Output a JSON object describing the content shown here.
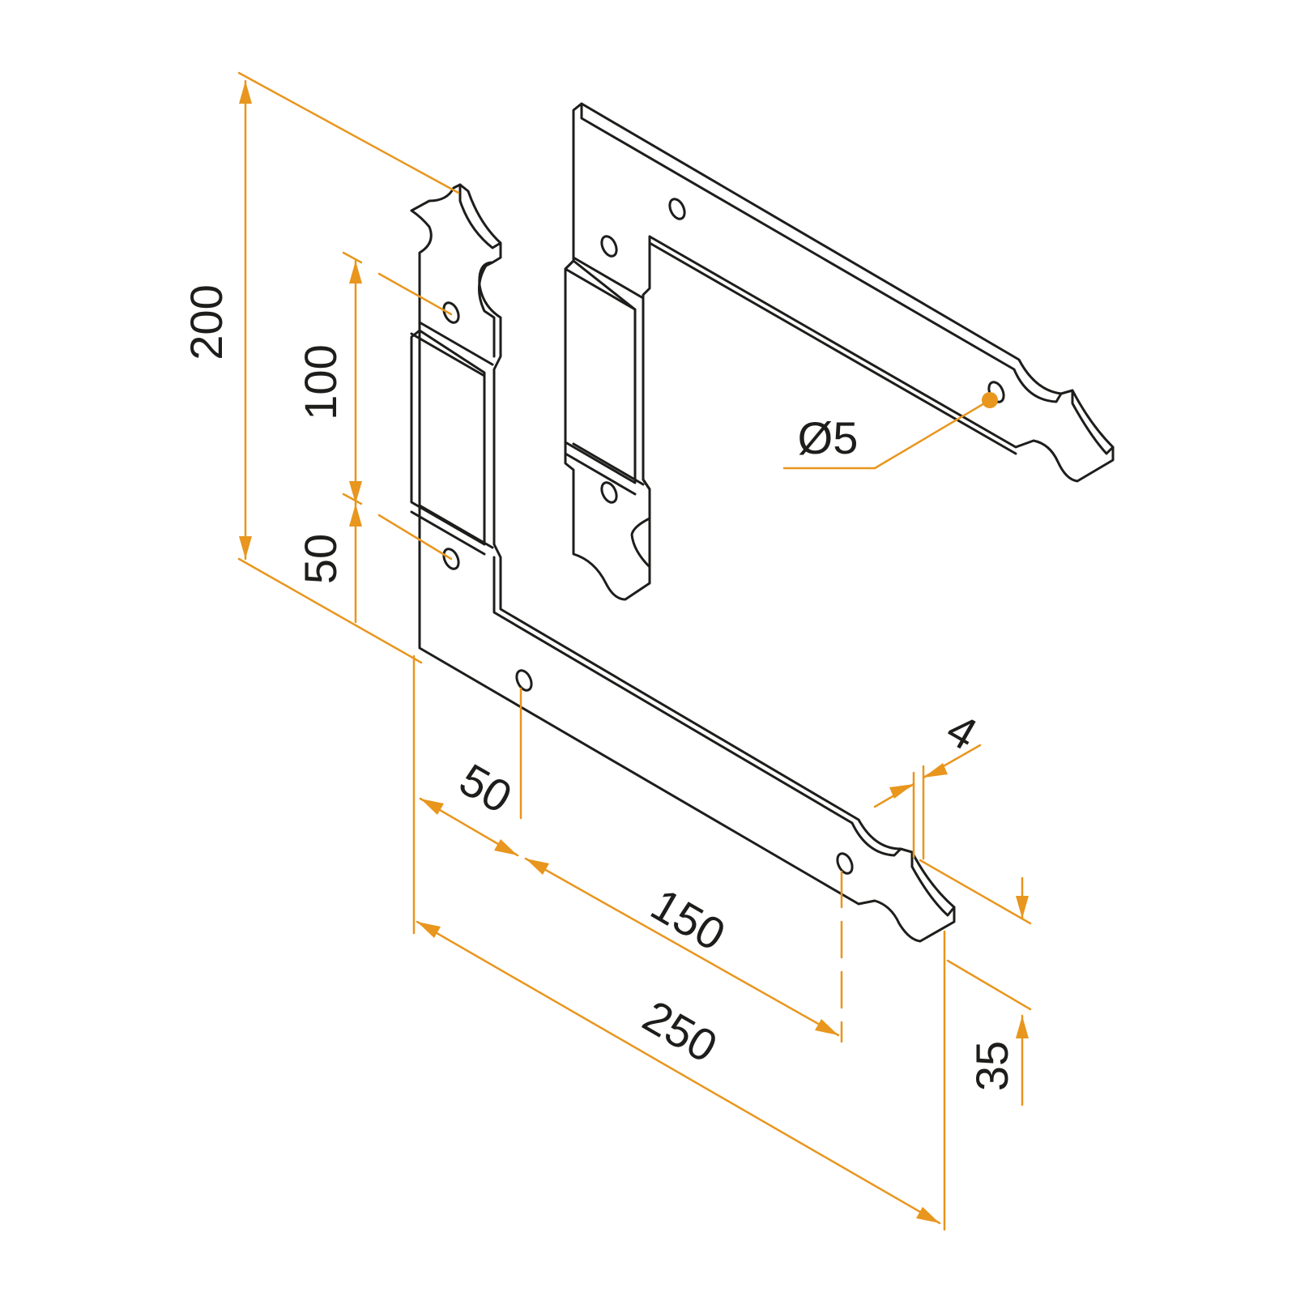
{
  "colors": {
    "dimension": "#e8961e",
    "part_outline": "#1d1d1b",
    "background": "#ffffff"
  },
  "dimensions": {
    "total_height": "200",
    "slot_height": "100",
    "lower_height": "50",
    "hole_offset": "50",
    "hole_spacing": "150",
    "total_length": "250",
    "thickness": "4",
    "width": "35",
    "hole_diameter": "Ø5"
  }
}
